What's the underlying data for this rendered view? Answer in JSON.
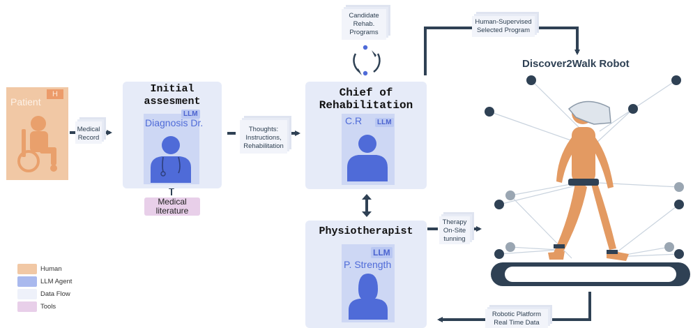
{
  "colors": {
    "human": "#f1c8a5",
    "llm_agent": "#a9b9ee",
    "data_flow": "#eef1fa",
    "tools": "#e8cfe9",
    "arrow": "#2f4154",
    "agent_panel": "#e6ebf8",
    "avatar_blue": "#4f6bd8",
    "skin": "#e39a62"
  },
  "patient": {
    "label": "Patient",
    "badge": "H"
  },
  "flow": {
    "medical_record": [
      "Medical",
      "Record"
    ],
    "thoughts": [
      "Thoughts:",
      "Instructions,",
      "Rehabilitation"
    ],
    "candidate": [
      "Candidate",
      "Rehab.",
      "Programs"
    ],
    "human_supervised": [
      "Human-Supervised",
      "Selected Program"
    ],
    "therapy": [
      "Therapy",
      "On-Site",
      "tunning"
    ],
    "robotic": [
      "Robotic Platform",
      "Real Time Data"
    ]
  },
  "initial": {
    "title_lines": [
      "Initial",
      "assesment"
    ],
    "badge": "LLM",
    "role": "Diagnosis Dr."
  },
  "tool": {
    "lines": [
      "Medical",
      "literature"
    ]
  },
  "chief": {
    "title_lines": [
      "Chief of",
      "Rehabilitation"
    ],
    "role": "C.R",
    "badge": "LLM"
  },
  "physio": {
    "title": "Physiotherapist",
    "badge": "LLM",
    "role": "P. Strength"
  },
  "robot": {
    "title": "Discover2Walk Robot"
  },
  "legend": [
    {
      "label": "Human",
      "color": "#f1c8a5"
    },
    {
      "label": "LLM Agent",
      "color": "#a9b9ee"
    },
    {
      "label": "Data Flow",
      "color": "#eef1fa"
    },
    {
      "label": "Tools",
      "color": "#e8cfe9"
    }
  ]
}
